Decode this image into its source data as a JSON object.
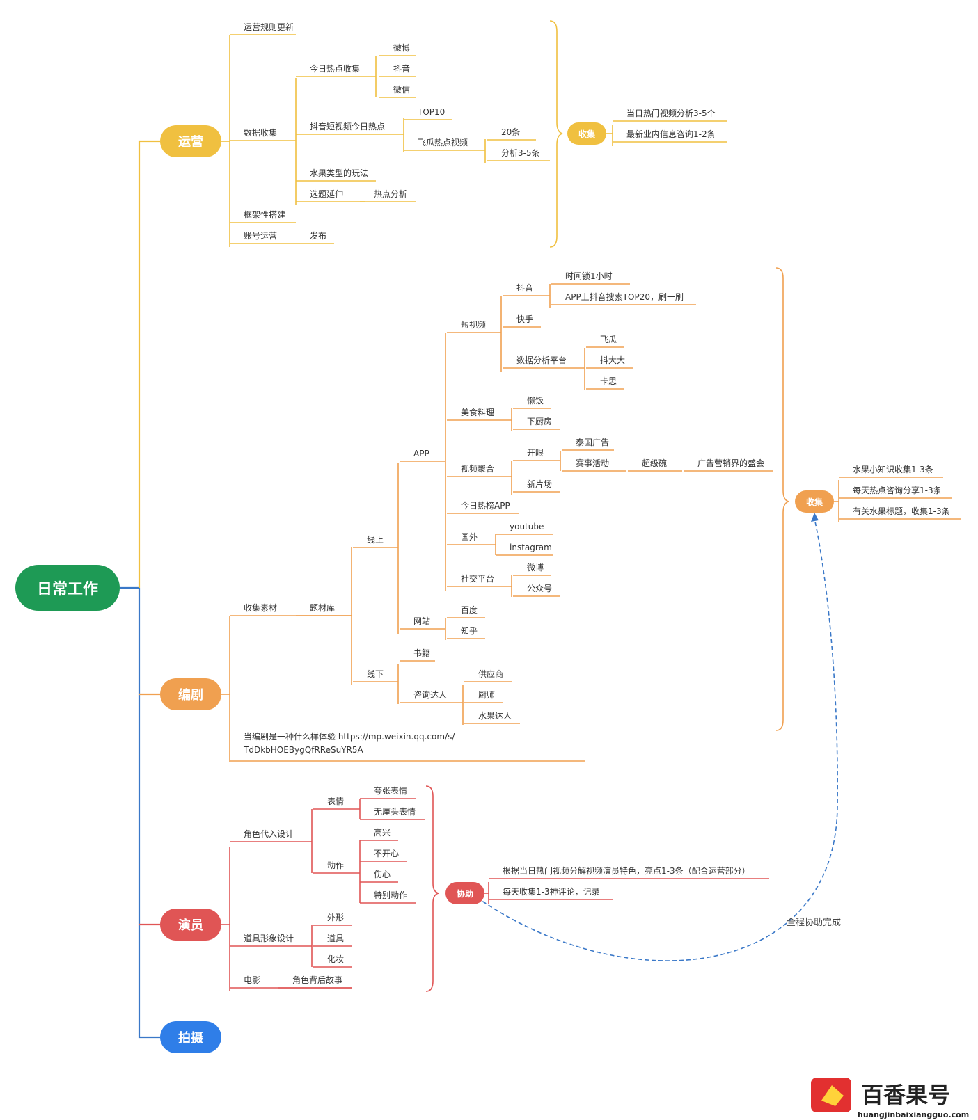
{
  "colors": {
    "root": "#1e9a55",
    "yunying": "#f0c040",
    "bianju": "#f0a050",
    "yanyuan": "#e05555",
    "paishe": "#2f7ee8",
    "trunk": "#3a78c8",
    "dashed": "#3a78c8"
  },
  "root": {
    "label": "日常工作"
  },
  "branches": [
    {
      "label": "运营"
    },
    {
      "label": "编剧"
    },
    {
      "label": "演员"
    },
    {
      "label": "拍摄"
    }
  ],
  "yunying": {
    "rules": "运营规则更新",
    "data_collect": "数据收集",
    "today_hot": "今日热点收集",
    "weibo": "微博",
    "douyin": "抖音",
    "weixin": "微信",
    "douyin_short": "抖音短视频今日热点",
    "top10": "TOP10",
    "feigua_hot": "飞瓜热点视频",
    "n20": "20条",
    "analyze": "分析3-5条",
    "fruit_types": "水果类型的玩法",
    "topic_ext": "选题延伸",
    "hot_analysis": "热点分析",
    "framework": "框架性搭建",
    "account": "账号运营",
    "publish": "发布",
    "collect_badge": "收集",
    "collect_items": [
      "当日热门视频分析3-5个",
      "最新业内信息咨询1-2条"
    ]
  },
  "bianju": {
    "collect_material": "收集素材",
    "material_lib": "题材库",
    "online": "线上",
    "offline": "线下",
    "app": "APP",
    "short_video": "短视频",
    "douyin": "抖音",
    "time": "时间锁1小时",
    "app_search": "APP上抖音搜索TOP20，刷一刷",
    "kuaishou": "快手",
    "data_platform": "数据分析平台",
    "feigua": "飞瓜",
    "douda": "抖大大",
    "kasi": "卡思",
    "food": "美食料理",
    "lanfan": "懒饭",
    "xiachufang": "下厨房",
    "video_agg": "视频聚合",
    "kaiyan": "开眼",
    "taiguo": "泰国广告",
    "events": "赛事活动",
    "chaoji": "超级碗",
    "ad_feast": "广告营销界的盛会",
    "xinpian": "新片场",
    "jinri": "今日热榜APP",
    "guowai": "国外",
    "youtube": "youtube",
    "instagram": "instagram",
    "social": "社交平台",
    "weibo": "微博",
    "gongzhong": "公众号",
    "website": "网站",
    "baidu": "百度",
    "zhihu": "知乎",
    "books": "书籍",
    "consult": "咨询达人",
    "supplier": "供应商",
    "chef": "厨师",
    "fruit_expert": "水果达人",
    "link_line1": "当编剧是一种什么样体验  https://mp.weixin.qq.com/s/",
    "link_line2": "TdDkbHOEBygQfRReSuYR5A",
    "collect_badge": "收集",
    "collect_items": [
      "水果小知识收集1-3条",
      "每天热点咨询分享1-3条",
      "有关水果标题，收集1-3条"
    ]
  },
  "yanyuan": {
    "role_design": "角色代入设计",
    "expression": "表情",
    "exaggerate": "夸张表情",
    "deadpan": "无厘头表情",
    "action": "动作",
    "happy": "高兴",
    "unhappy": "不开心",
    "sad": "伤心",
    "special": "特别动作",
    "prop_design": "道具形象设计",
    "appearance": "外形",
    "props": "道具",
    "makeup": "化妆",
    "movie": "电影",
    "backstory": "角色背后故事",
    "assist_badge": "协助",
    "assist_items": [
      "根据当日热门视频分解视频演员特色，亮点1-3条（配合运营部分）",
      "每天收集1-3神评论，记录"
    ],
    "full_assist": "全程协助完成"
  },
  "watermark": {
    "brand": "百香果号",
    "url": "huangjinbaixiangguo.com"
  }
}
